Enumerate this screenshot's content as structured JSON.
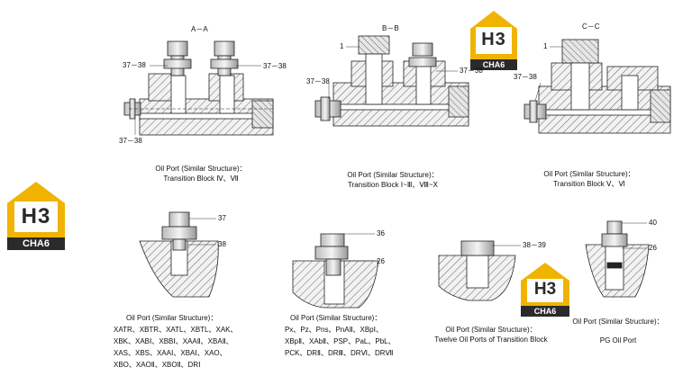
{
  "logo": {
    "top": "H3",
    "bottom": "CHA6"
  },
  "colors": {
    "logo_yellow": "#f0b400",
    "logo_dark": "#2a2a2a",
    "hatch": "#555555",
    "body_fill": "#e9e9e9"
  },
  "sections": {
    "aa": {
      "title": "A－A",
      "labels": [
        "37－38",
        "37－38",
        "37－38"
      ],
      "caption": [
        "Oil Port (Similar Structure)：",
        "Transition Block Ⅳ、Ⅶ"
      ]
    },
    "bb": {
      "title": "B－B",
      "labels": [
        "1",
        "37－38",
        "37－38"
      ],
      "caption": [
        "Oil Port (Similar Structure)：",
        "Transition Block Ⅰ~Ⅲ、Ⅷ~Ⅹ"
      ]
    },
    "cc": {
      "title": "C－C",
      "labels": [
        "1",
        "37－38"
      ],
      "caption": [
        "Oil Port (Similar Structure)：",
        "Transition Block Ⅴ、Ⅵ"
      ]
    }
  },
  "ports": {
    "p1": {
      "labels": [
        "37",
        "38"
      ],
      "caption": [
        "Oil Port (Similar Structure)：",
        "XATR、XBTR、XATL、XBTL、XAK、",
        "XBK、XABⅠ、XBBⅠ、XAAⅡ、XBAⅡ、",
        "XAS、XBS、XAAⅠ、XBAⅠ、XAO、",
        "XBO、XAOⅡ、XBOⅡ、DRⅠ"
      ]
    },
    "p2": {
      "labels": [
        "36",
        "26"
      ],
      "caption": [
        "Oil Port (Similar Structure)：",
        "Px、Pz、Pns、PnAⅡ、XBpⅠ、",
        "XBpⅡ、XAbⅡ、PSP、PaL、PbL、",
        "PCK、DRⅡ、DRⅢ、DRⅥ、DRⅦ"
      ]
    },
    "p3": {
      "labels": [
        "38－39"
      ],
      "caption": [
        "Oil Port (Similar Structure)：",
        "Twelve Oil Ports of Transition Block"
      ]
    },
    "p4": {
      "labels": [
        "40",
        "26"
      ],
      "caption": [
        "Oil Port (Similar Structure)：",
        "PG Oil Port"
      ]
    }
  }
}
